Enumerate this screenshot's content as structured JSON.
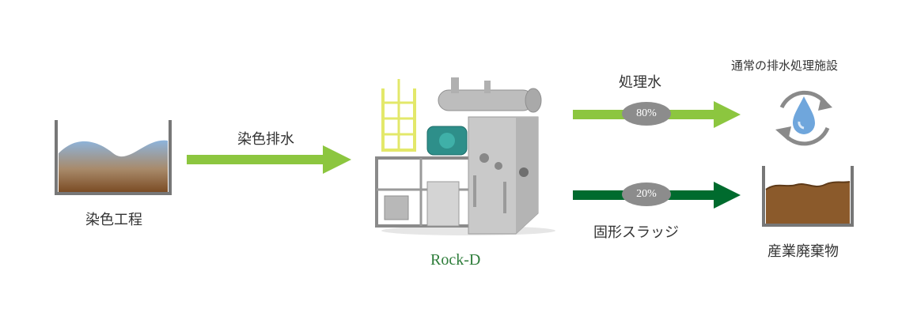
{
  "source": {
    "label": "染色工程"
  },
  "inflow": {
    "label": "染色排水"
  },
  "machine": {
    "label": "Rock-D"
  },
  "outputs": {
    "treated": {
      "label": "処理水",
      "percent": "80%",
      "destination": "通常の排水処理施設",
      "arrow_color": "#8cc63f"
    },
    "sludge": {
      "label": "固形スラッジ",
      "percent": "20%",
      "destination": "産業廃棄物",
      "arrow_color": "#006b2e"
    }
  },
  "colors": {
    "arrow_light": "#8cc63f",
    "arrow_dark": "#006b2e",
    "badge": "#8c8c8c",
    "machine_label": "#2e7d3a",
    "sludge": "#8b5a2b",
    "water": "#5b9bd5"
  }
}
